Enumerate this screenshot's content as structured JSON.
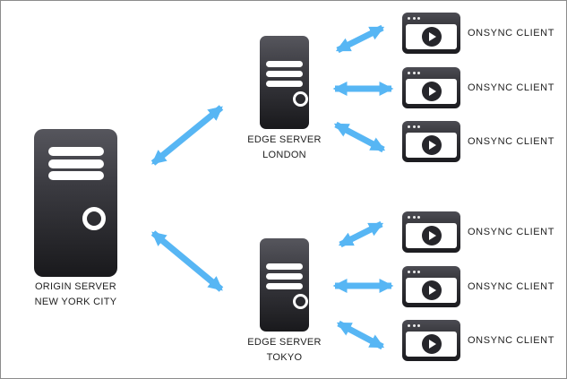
{
  "canvas": {
    "background": "#FFFFFF",
    "border_color": "#8C8C8C"
  },
  "colors": {
    "arrow": "#57B6F4",
    "label": "#1E1E1E",
    "server_top": "#56565D",
    "server_bottom": "#19191C",
    "background": "#FFFFFF",
    "border_color": "#8C8C8C"
  },
  "origin_server": {
    "name": "ORIGIN SERVER",
    "location": "NEW YORK CITY",
    "icon": "server-tower-icon"
  },
  "edge_servers": [
    {
      "name": "EDGE SERVER",
      "location": "LONDON",
      "icon": "server-tower-icon"
    },
    {
      "name": "EDGE SERVER",
      "location": "TOKYO",
      "icon": "server-tower-icon"
    }
  ],
  "clients": [
    {
      "label": "ONSYNC CLIENT",
      "icon": "video-player-window-icon"
    },
    {
      "label": "ONSYNC CLIENT",
      "icon": "video-player-window-icon"
    },
    {
      "label": "ONSYNC CLIENT",
      "icon": "video-player-window-icon"
    },
    {
      "label": "ONSYNC CLIENT",
      "icon": "video-player-window-icon"
    },
    {
      "label": "ONSYNC CLIENT",
      "icon": "video-player-window-icon"
    },
    {
      "label": "ONSYNC CLIENT",
      "icon": "video-player-window-icon"
    }
  ],
  "connections": [
    {
      "from": "origin-server-new-york",
      "to": "edge-server-london",
      "type": "bidirectional"
    },
    {
      "from": "origin-server-new-york",
      "to": "edge-server-tokyo",
      "type": "bidirectional"
    },
    {
      "from": "edge-server-london",
      "to": "client-1",
      "type": "bidirectional"
    },
    {
      "from": "edge-server-london",
      "to": "client-2",
      "type": "bidirectional"
    },
    {
      "from": "edge-server-london",
      "to": "client-3",
      "type": "bidirectional"
    },
    {
      "from": "edge-server-tokyo",
      "to": "client-4",
      "type": "bidirectional"
    },
    {
      "from": "edge-server-tokyo",
      "to": "client-5",
      "type": "bidirectional"
    },
    {
      "from": "edge-server-tokyo",
      "to": "client-6",
      "type": "bidirectional"
    }
  ]
}
